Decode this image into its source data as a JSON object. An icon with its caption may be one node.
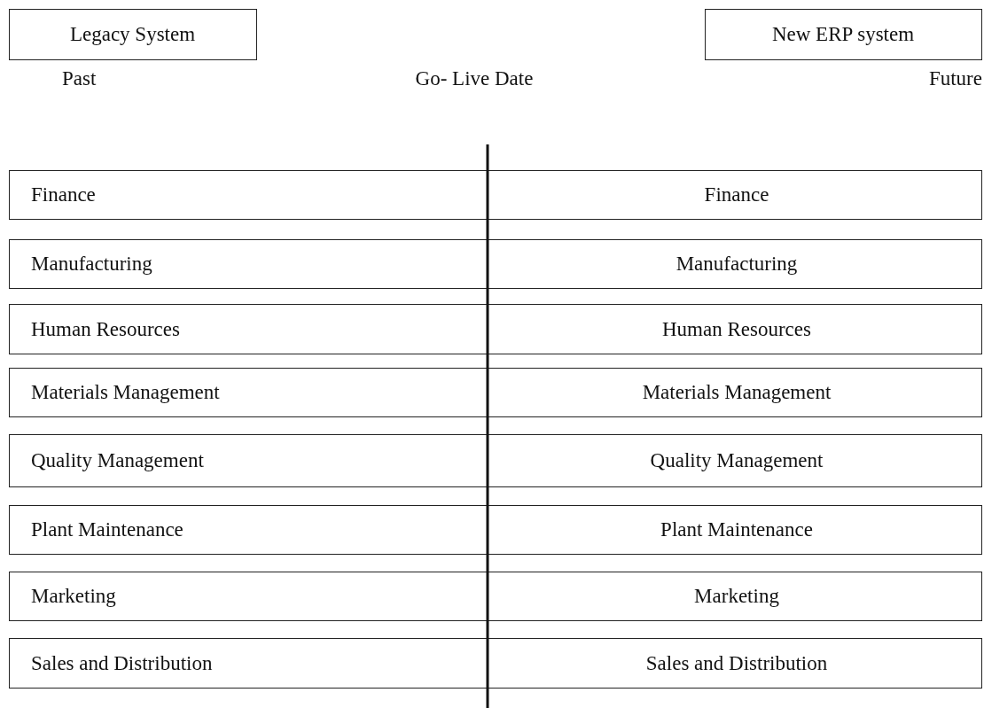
{
  "diagram": {
    "nodes": [
      {
        "text": [
          "Legacy System"
        ]
      },
      {
        "text": [
          "New ERP system"
        ]
      },
      {
        "text": [
          "Finance",
          "Finance"
        ]
      },
      {
        "text": [
          "Manufacturing",
          "Manufacturing"
        ]
      },
      {
        "text": [
          "Human Resources",
          "Human Resources"
        ]
      },
      {
        "text": [
          "Materials Management",
          "Materials Management"
        ]
      },
      {
        "text": [
          "Quality Management",
          "Quality Management"
        ]
      },
      {
        "text": [
          "Plant Maintenance",
          "Plant Maintenance"
        ]
      },
      {
        "text": [
          "Marketing",
          "Marketing"
        ]
      },
      {
        "text": [
          "Sales and Distribution",
          "Sales and Distribution"
        ]
      }
    ],
    "labels": [
      "Past",
      "Go- Live Date",
      "Future"
    ]
  }
}
